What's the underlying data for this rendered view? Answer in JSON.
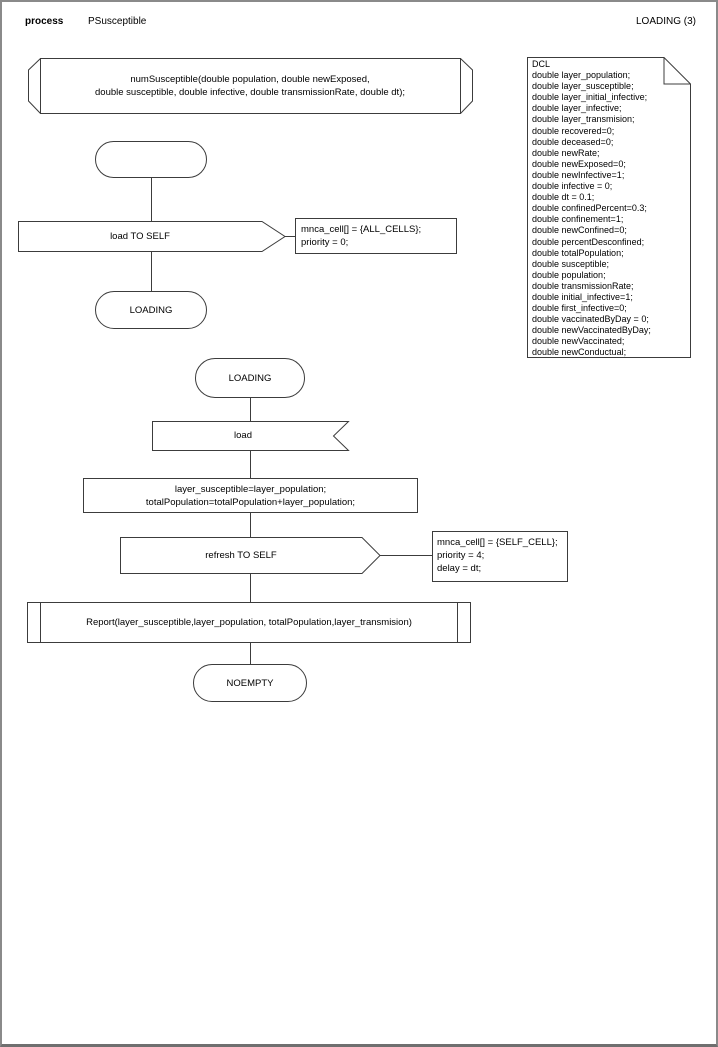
{
  "header": {
    "kind_label": "process",
    "name": "PSusceptible",
    "state_label": "LOADING (3)"
  },
  "shapes": {
    "procedure_decl": {
      "lines": [
        "numSusceptible(double population, double newExposed,",
        "double susceptible, double infective, double transmissionRate, double dt);"
      ]
    },
    "start_state": {
      "label": ""
    },
    "send_load": {
      "label": "load TO SELF"
    },
    "state_loading_result": {
      "label": "LOADING"
    },
    "state_loading": {
      "label": "LOADING"
    },
    "input_load": {
      "label": "load"
    },
    "assign": {
      "lines": [
        "layer_susceptible=layer_population;",
        "totalPopulation=totalPopulation+layer_population;"
      ]
    },
    "send_refresh": {
      "label": "refresh TO SELF"
    },
    "report": {
      "label": "Report(layer_susceptible,layer_population, totalPopulation,layer_transmision)"
    },
    "state_noempty": {
      "label": "NOEMPTY"
    }
  },
  "notes": {
    "load": {
      "lines": [
        "mnca_cell[] = {ALL_CELLS};",
        "priority = 0;"
      ]
    },
    "refresh": {
      "lines": [
        "mnca_cell[] = {SELF_CELL};",
        "priority = 4;",
        "delay = dt;"
      ]
    }
  },
  "dcl": {
    "title": "DCL",
    "declarations": [
      "double layer_population;",
      "double layer_susceptible;",
      "double layer_initial_infective;",
      "double layer_infective;",
      "double layer_transmision;",
      "double recovered=0;",
      "double deceased=0;",
      "double newRate;",
      "double newExposed=0;",
      "double newInfective=1;",
      "double infective = 0;",
      "double dt = 0.1;",
      "double confinedPercent=0.3;",
      "double confinement=1;",
      "double newConfined=0;",
      "double percentDesconfined;",
      "double totalPopulation;",
      "double susceptible;",
      "double population;",
      "double transmissionRate;",
      "double initial_infective=1;",
      "double first_infective=0;",
      "double vaccinatedByDay = 0;",
      "double newVaccinatedByDay;",
      "double newVaccinated;",
      "double newConductual;"
    ]
  },
  "colors": {
    "stroke": "#3c3c3c",
    "page_border": "#8a8a8a",
    "background": "#ffffff"
  }
}
